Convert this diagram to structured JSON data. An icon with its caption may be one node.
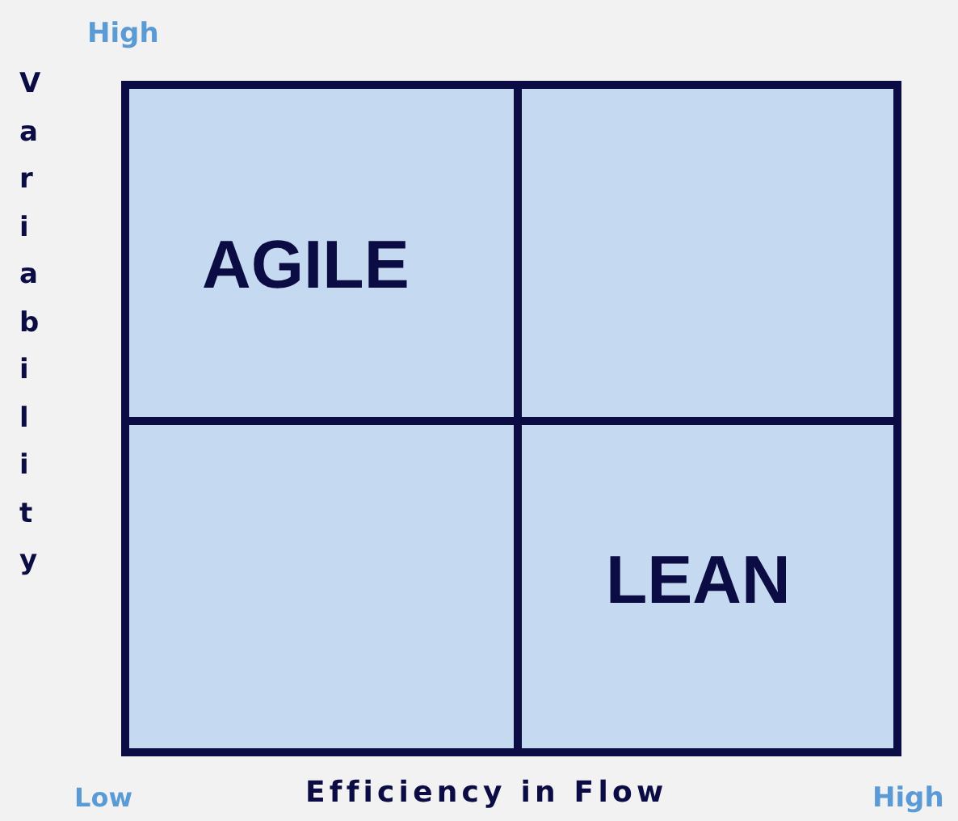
{
  "diagram": {
    "nodes": [
      {
        "text": [
          "AGILE"
        ]
      },
      {
        "text": [],
        "shape": "box"
      },
      {
        "text": [],
        "shape": "box"
      },
      {
        "text": [
          "LEAN"
        ]
      }
    ],
    "labels": [
      "High",
      "Variability",
      "Low",
      "Efficiency in Flow",
      "High"
    ]
  }
}
